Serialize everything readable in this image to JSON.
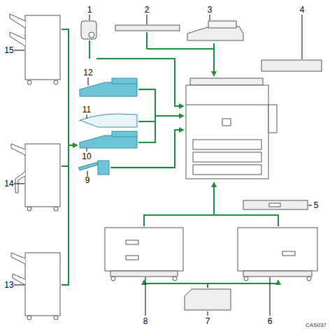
{
  "diagram": {
    "labels": [
      "1",
      "2",
      "3",
      "4",
      "5",
      "6",
      "7",
      "8",
      "9",
      "10",
      "11",
      "12",
      "13",
      "14",
      "15",
      "CAS037"
    ]
  }
}
